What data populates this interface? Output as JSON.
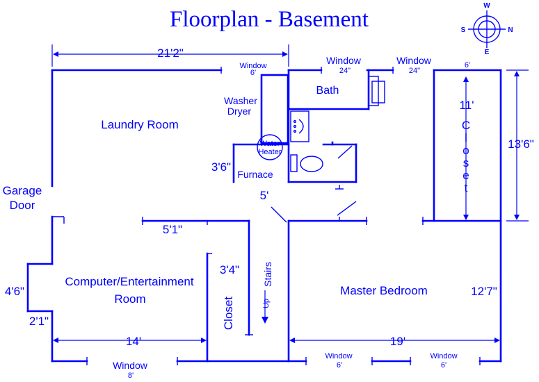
{
  "title": "Floorplan - Basement",
  "compass": {
    "north": "N",
    "south": "S",
    "east": "E",
    "west": "W"
  },
  "rooms": {
    "laundry": "Laundry Room",
    "bath": "Bath",
    "washer": "Washer",
    "dryer": "Dryer",
    "water_heater_1": "Water",
    "water_heater_2": "Heater",
    "furnace": "Furnace",
    "closet_right": [
      "C",
      "l",
      "o",
      "s",
      "e",
      "t"
    ],
    "closet_left": "Closet",
    "stairs": "Stairs",
    "stairs_up": "Up",
    "computer_1": "Computer/Entertainment",
    "computer_2": "Room",
    "master": "Master Bedroom",
    "garage_1": "Garage",
    "garage_2": "Door"
  },
  "dimensions": {
    "top_width": "21'2\"",
    "furnace": "3'6\"",
    "hall": "5'",
    "hall_width": "5'1\"",
    "closet_width": "3'4\"",
    "closet_depth": "11'",
    "closet_top": "6'",
    "right_height": "13'6\"",
    "master_height": "12'7\"",
    "bump_height": "4'6\"",
    "bump_depth": "2'1\"",
    "computer_width": "14'",
    "master_width": "19'"
  },
  "windows": {
    "laundry": {
      "label": "Window",
      "size": "6'"
    },
    "bath_a": {
      "label": "Window",
      "size": "24\""
    },
    "bath_b": {
      "label": "Window",
      "size": "24\""
    },
    "computer": {
      "label": "Window",
      "size": "8'"
    },
    "master_a": {
      "label": "Window",
      "size": "6'"
    },
    "master_b": {
      "label": "Window",
      "size": "6'"
    }
  },
  "colors": {
    "ink": "#0000ff",
    "background": "#ffffff"
  }
}
